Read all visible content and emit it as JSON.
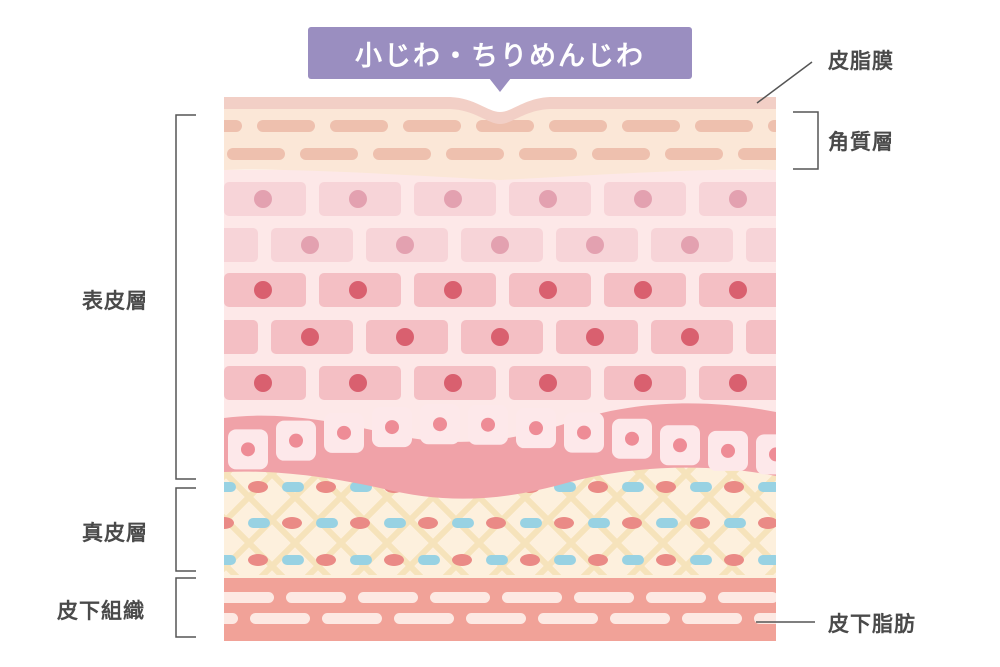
{
  "title": "小じわ・ちりめんじわ",
  "labels": {
    "sebum_film": "皮脂膜",
    "stratum_corneum": "角質層",
    "epidermis": "表皮層",
    "dermis": "真皮層",
    "subcutaneous_tissue": "皮下組織",
    "subcutaneous_fat": "皮下脂肪"
  },
  "colors": {
    "title_bg": "#9a8ec0",
    "label_text": "#4a4a4a",
    "line": "#555555",
    "sebum": "#f2cfc6",
    "corneum_bg": "#fbe7d7",
    "corneum_dash": "#eec0ae",
    "epidermis_bg": "#fde8e8",
    "cell_light": "#f7d4d8",
    "cell_mid": "#f4bfc4",
    "cell_dark": "#f2aeb3",
    "nucleus_light": "#e3a1b0",
    "nucleus_dark": "#d9606f",
    "basal_band": "#f0a2a8",
    "basal_cell": "#fde8ea",
    "basal_nucleus": "#ee8c96",
    "dermis_bg": "#fdf0dd",
    "dermis_fiber": "#f6e3bb",
    "dermis_blue": "#98d2e3",
    "dermis_red": "#ea8a86",
    "fat_bg": "#f1a298",
    "fat_dash": "#fde9e3"
  }
}
